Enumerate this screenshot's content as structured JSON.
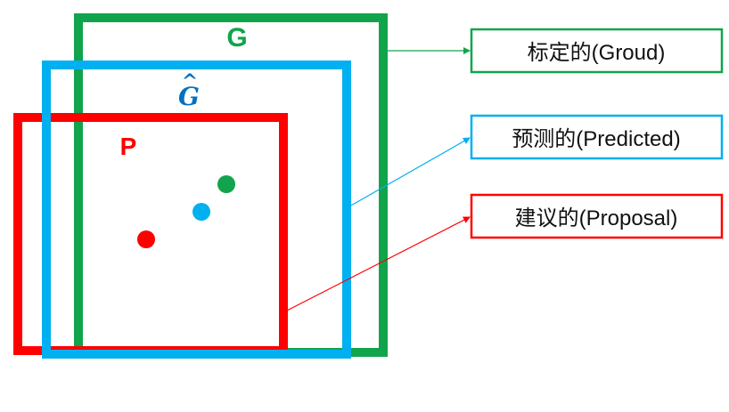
{
  "boxes": {
    "ground": {
      "letter": "G",
      "color": "#11A44C"
    },
    "predicted": {
      "letter": "G",
      "hat": "^",
      "color": "#00B0F0"
    },
    "proposal": {
      "letter": "P",
      "color": "#FF0000"
    }
  },
  "points": {
    "ground": {
      "color": "#11A44C"
    },
    "predicted": {
      "color": "#00B0F0"
    },
    "proposal": {
      "color": "#FF0000"
    }
  },
  "legend": {
    "ground": {
      "text": "标定的(Groud)",
      "color": "#11A44C"
    },
    "predicted": {
      "text": "预测的(Predicted)",
      "color": "#00B0F0"
    },
    "proposal": {
      "text": "建议的(Proposal)",
      "color": "#FF0000"
    }
  }
}
